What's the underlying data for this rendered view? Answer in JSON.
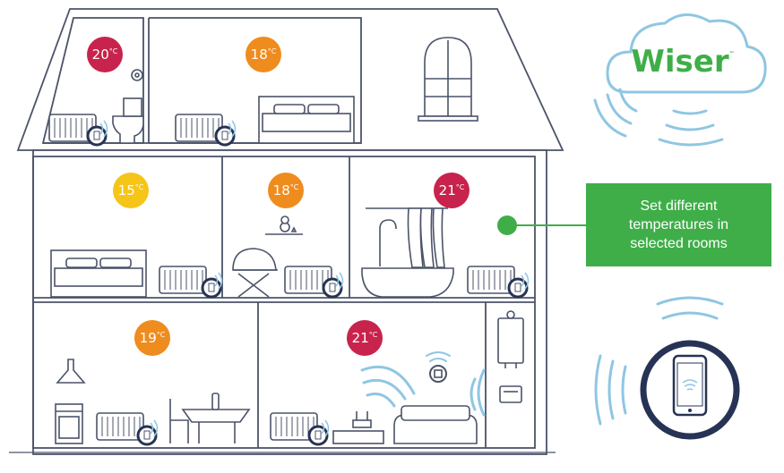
{
  "colors": {
    "outline": "#4b5368",
    "wave": "#8fc6e3",
    "green": "#3fae49",
    "red": "#c8234d",
    "orange": "#ef8c1e",
    "yellow": "#f5c518",
    "cloud": "#8fc6e3",
    "phone_ring": "#263354"
  },
  "logo": {
    "text": "Wiser",
    "tm": "™"
  },
  "callout": {
    "lines": [
      "Set different",
      "temperatures in",
      "selected rooms"
    ]
  },
  "rooms": [
    {
      "id": "bathroom-attic",
      "temp": "20",
      "unit": "°C",
      "level": "red"
    },
    {
      "id": "bedroom-attic",
      "temp": "18",
      "unit": "°C",
      "level": "orange"
    },
    {
      "id": "bedroom-left",
      "temp": "15",
      "unit": "°C",
      "level": "yellow"
    },
    {
      "id": "nursery",
      "temp": "18",
      "unit": "°C",
      "level": "orange"
    },
    {
      "id": "bathroom-main",
      "temp": "21",
      "unit": "°C",
      "level": "red"
    },
    {
      "id": "kitchen",
      "temp": "19",
      "unit": "°C",
      "level": "orange"
    },
    {
      "id": "living-room",
      "temp": "21",
      "unit": "°C",
      "level": "red"
    }
  ]
}
